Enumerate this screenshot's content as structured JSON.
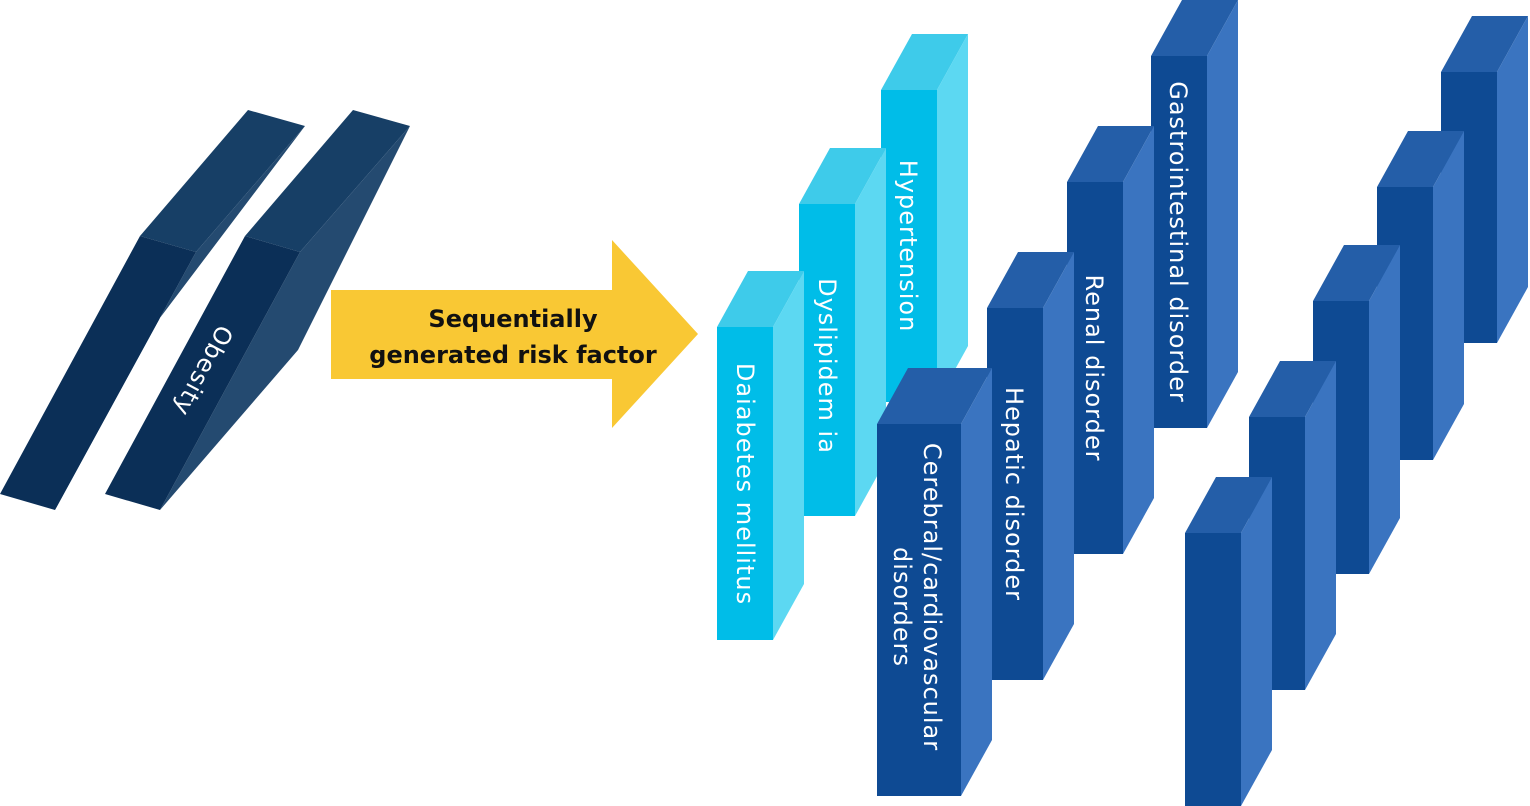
{
  "center": {
    "line1": "Sequentially",
    "line2": "generated risk factor"
  },
  "source": {
    "label": "Obesity"
  },
  "risk_factors": [
    "Daiabetes mellitus",
    "Dyslipidem ia",
    "Hypertension"
  ],
  "disorders": {
    "cerebral_line1": "Cerebral/cardiovascular",
    "cerebral_line2": "disorders",
    "hepatic": "Hepatic disorder",
    "renal": "Renal disorder",
    "gastro": "Gastrointestinal disorder"
  },
  "colors": {
    "obesity_front": "#0b2f57",
    "obesity_side": "#244a70",
    "obesity_top": "#173f66",
    "arrow": "#f9c834",
    "light_front": "#00bde8",
    "light_side": "#5cd8f2",
    "light_top": "#3ecbea",
    "dark_front": "#0e4a93",
    "dark_side": "#3a74c0",
    "dark_top": "#245ea8"
  }
}
